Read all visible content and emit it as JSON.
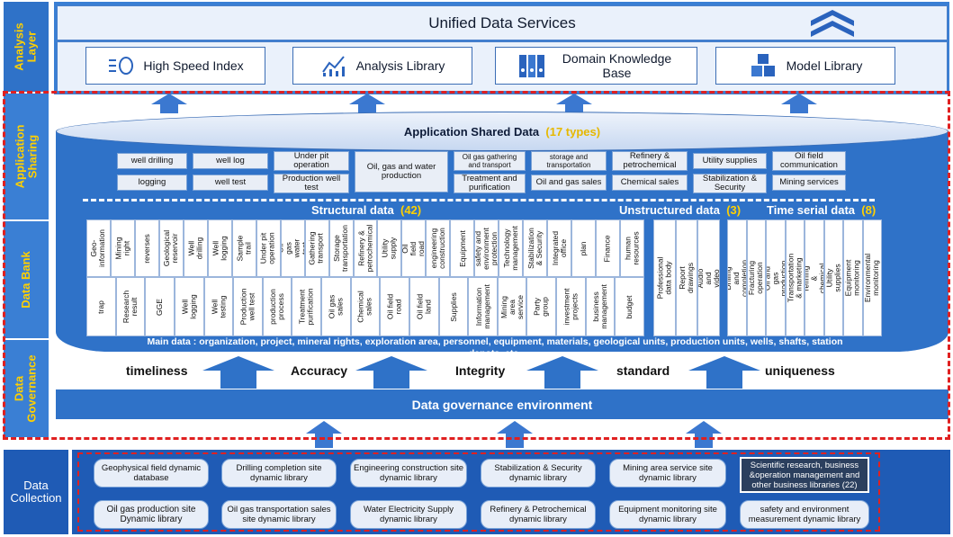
{
  "layers": {
    "analysis": "Analysis Layer",
    "sharing": "Application Sharing",
    "bank": "Data Bank",
    "governance": "Data Governance",
    "collection": "Data Collection"
  },
  "analysis": {
    "unified": "Unified Data Services",
    "libs": [
      "High Speed Index",
      "Analysis Library",
      "Domain Knowledge Base",
      "Model Library"
    ]
  },
  "shared": {
    "title": "Application Shared Data",
    "count": "(17 types)",
    "items": {
      "well_drilling": "well drilling",
      "logging": "logging",
      "well_log": "well log",
      "well_test": "well test",
      "under_pit": "Under pit operation",
      "prod_well_test": "Production well test",
      "oil_gas_water": "Oil, gas and water production",
      "gathering": "Oil gas gathering and transport",
      "treatment": "Treatment and purification",
      "storage": "storage and transportation",
      "sales": "Oil and gas sales",
      "refinery": "Refinery & petrochemical",
      "chem_sales": "Chemical sales",
      "utility": "Utility supplies",
      "stabilization": "Stabilization & Security",
      "oilfield_comm": "Oil field communication",
      "mining": "Mining services"
    }
  },
  "bank": {
    "structural": "Structural data",
    "structural_count": "(42)",
    "unstructured": "Unstructured data",
    "unstructured_count": "(3)",
    "timeserial": "Time serial data",
    "timeserial_count": "(8)",
    "top_row": [
      "Geo-information",
      "Mining right",
      "reverses",
      "Geological reservoir",
      "Well drilling",
      "Well logging",
      "Sample trail",
      "Under pit operation",
      "Oil gas water test",
      "Gathering transport",
      "Storage transportation",
      "Refinery & petrochemical",
      "Utility supply",
      "Oil field road",
      "engineering construction",
      "Equipment",
      "safety and environment protection",
      "Technology management",
      "Stabilization & Security",
      "Integrated office",
      "plan",
      "Finance",
      "human resources"
    ],
    "bottom_row": [
      "trap",
      "Research result",
      "GGE",
      "Well logging",
      "Well testing",
      "Production well test",
      "production process",
      "Treatment purification",
      "Oil gas sales",
      "Chemical sales",
      "Oil field road",
      "Oil field land",
      "Supplies",
      "Information management",
      "Mining area service",
      "Party group",
      "investment projects",
      "business management",
      "budget"
    ],
    "unstructured_items": [
      "Professional data body",
      "Report drawings",
      "Audio and video"
    ],
    "timeserial_items": [
      "Drilling and completion",
      "Fracturing operation",
      "Oil and gas production",
      "Transportation & marketing",
      "Oil refining & chemical industry",
      "Utility supplies",
      "Equipment monitoring",
      "Environmental monitoring"
    ],
    "main_data": "Main data : organization, project, mineral rights, exploration area, personnel, equipment, materials, geological units, production units, wells, shafts, station depots, etc."
  },
  "governance": {
    "qualities": [
      "timeliness",
      "Accuracy",
      "Integrity",
      "standard",
      "uniqueness"
    ],
    "env": "Data governance environment"
  },
  "collection": {
    "libs": [
      "Geophysical field dynamic database",
      "Drilling completion site dynamic library",
      "Engineering construction site dynamic library",
      "Stabilization & Security dynamic library",
      "Mining area service site dynamic library",
      "Scientific research, business &operation management and other business libraries (22)",
      "Oil gas production site Dynamic library",
      "Oil gas transportation sales site dynamic library",
      "Water Electricity Supply dynamic library",
      "Refinery & Petrochemical dynamic library",
      "Equipment monitoring site dynamic library",
      "safety and environment measurement dynamic library"
    ]
  },
  "colors": {
    "accent": "#ffd000",
    "blue": "#2f72c8",
    "dark": "#1f5bb5",
    "red": "#e02020"
  }
}
